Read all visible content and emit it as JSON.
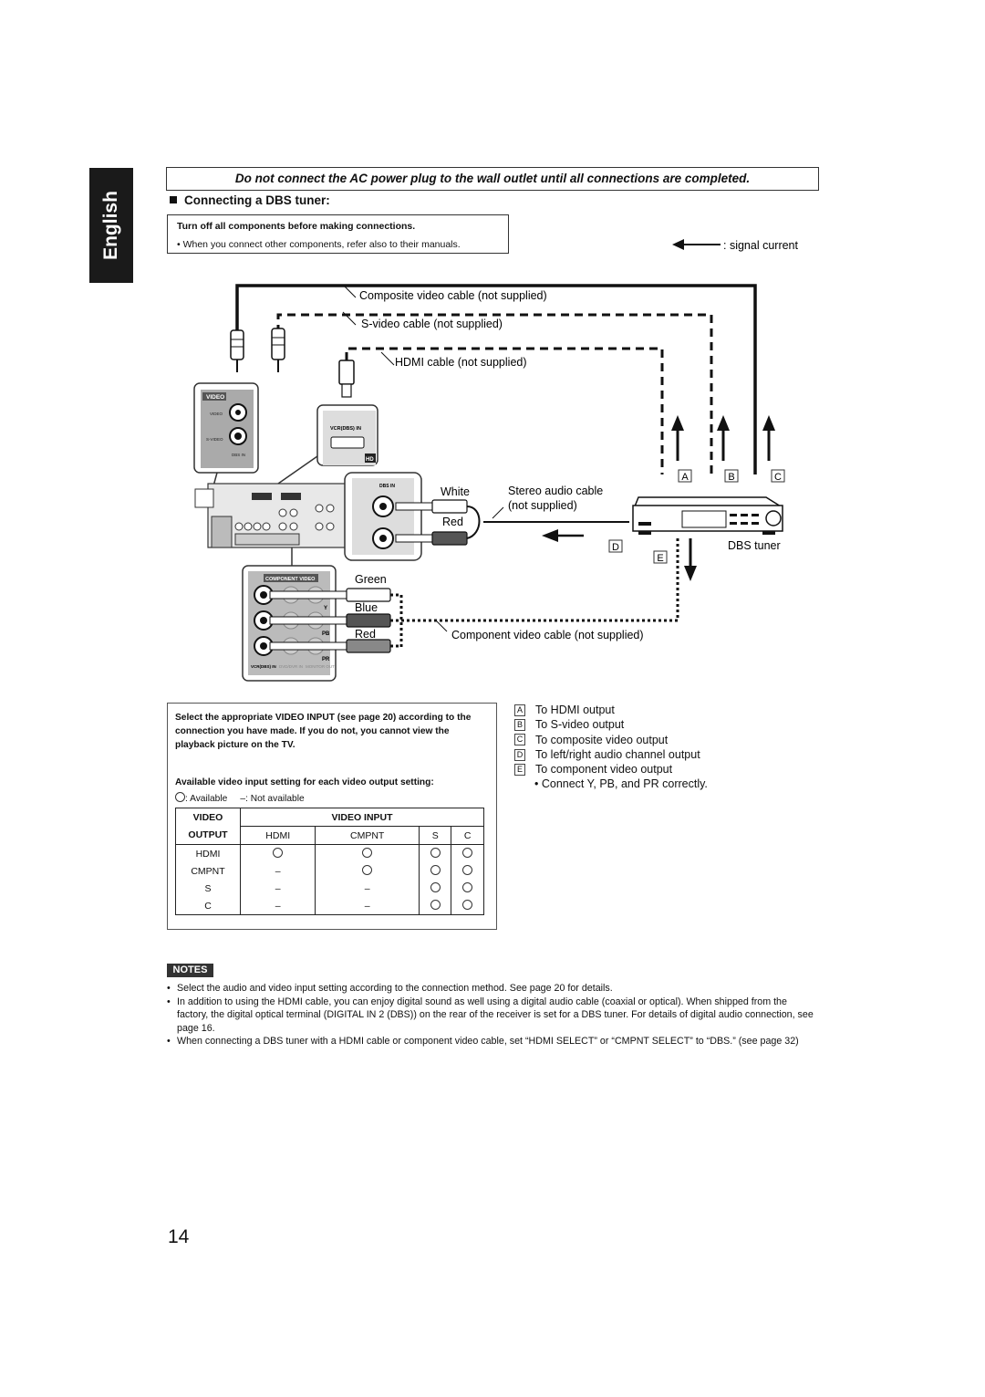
{
  "side_tab": "English",
  "warning": "Do not connect the AC power plug to the wall outlet until all connections are completed.",
  "heading": "Connecting a DBS tuner:",
  "pre_box": {
    "line1": "Turn off all components before making connections.",
    "line2": "• When you connect other components, refer also to their manuals."
  },
  "diagram": {
    "signal_current": ": signal current",
    "composite_cable": "Composite video cable (not supplied)",
    "svideo_cable": "S-video cable (not supplied)",
    "hdmi_cable": "HDMI cable (not supplied)",
    "white": "White",
    "red_audio": "Red",
    "stereo_cable_1": "Stereo audio cable",
    "stereo_cable_2": "(not supplied)",
    "dbs_tuner": "DBS tuner",
    "green": "Green",
    "blue": "Blue",
    "red_comp": "Red",
    "component_cable": "Component video cable (not supplied)",
    "key_a": "A",
    "key_b": "B",
    "key_c": "C",
    "key_d": "D",
    "key_e": "E",
    "panel_video": "VIDEO",
    "panel_video_jack": "VIDEO",
    "panel_svideo": "S-VIDEO",
    "panel_dbs_in": "DBS IN",
    "panel_vcr_dbs_in": "VCR(DBS) IN",
    "panel_hd": "HD",
    "panel_component_video": "COMPONENT VIDEO",
    "panel_y": "Y",
    "panel_pb": "PB",
    "panel_pr": "PR",
    "panel_vcr_dbs_in2": "VCR(DBS) IN",
    "panel_dvd_in": "DVD/DVR IN",
    "panel_monitor_out": "MONITOR OUT"
  },
  "legend": {
    "a": "To HDMI output",
    "b": "To S-video output",
    "c": "To composite video output",
    "d": "To left/right audio channel output",
    "e": "To component video output",
    "bullet": "• Connect Y, PB, and PR correctly."
  },
  "panel": {
    "instruction": "Select the appropriate VIDEO INPUT (see page 20) according to the connection you have made. If you do not, you cannot view the playback picture on the TV.",
    "available_title": "Available video input setting for each video output setting:",
    "available_label": ": Available",
    "not_available": "–: Not available",
    "table": {
      "col_video": "VIDEO",
      "col_output": "OUTPUT",
      "col_input": "VIDEO INPUT",
      "sub_headers": [
        "HDMI",
        "CMPNT",
        "S",
        "C"
      ],
      "rows": [
        {
          "label": "HDMI",
          "cells": [
            "o",
            "o",
            "o",
            "o"
          ]
        },
        {
          "label": "CMPNT",
          "cells": [
            "–",
            "o",
            "o",
            "o"
          ]
        },
        {
          "label": "S",
          "cells": [
            "–",
            "–",
            "o",
            "o"
          ]
        },
        {
          "label": "C",
          "cells": [
            "–",
            "–",
            "o",
            "o"
          ]
        }
      ]
    }
  },
  "notes_label": "NOTES",
  "notes": [
    "Select the audio and video input setting according to the connection method. See page 20 for details.",
    "In addition to using the HDMI cable, you can enjoy digital sound as well using a digital audio cable (coaxial or optical). When shipped from the factory, the digital optical terminal (DIGITAL IN 2 (DBS)) on the rear of the receiver is set for a DBS tuner. For details of digital audio connection, see page 16.",
    "When connecting a DBS tuner with a HDMI cable or component video cable, set “HDMI SELECT” or “CMPNT SELECT” to “DBS.” (see page 32)"
  ],
  "page_number": "14"
}
